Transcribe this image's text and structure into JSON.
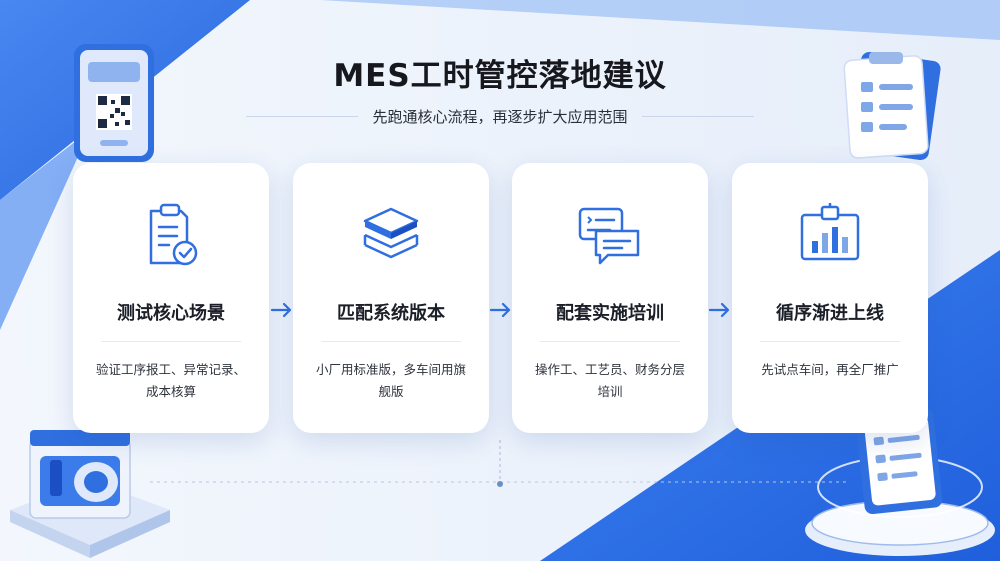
{
  "title": "MES工时管控落地建议",
  "subtitle": "先跑通核心流程，再逐步扩大应用范围",
  "colors": {
    "accent": "#2f6fe0",
    "accent_dark": "#1d4fc4",
    "text": "#16181d"
  },
  "cards": [
    {
      "title": "测试核心场景",
      "desc": "验证工序报工、异常记录、成本核算",
      "icon": "clipboard-check-icon"
    },
    {
      "title": "匹配系统版本",
      "desc": "小厂用标准版，多车间用旗舰版",
      "icon": "layers-icon"
    },
    {
      "title": "配套实施培训",
      "desc": "操作工、工艺员、财务分层培训",
      "icon": "chat-bubbles-icon"
    },
    {
      "title": "循序渐进上线",
      "desc": "先试点车间，再全厂推广",
      "icon": "dashboard-chart-icon"
    }
  ]
}
